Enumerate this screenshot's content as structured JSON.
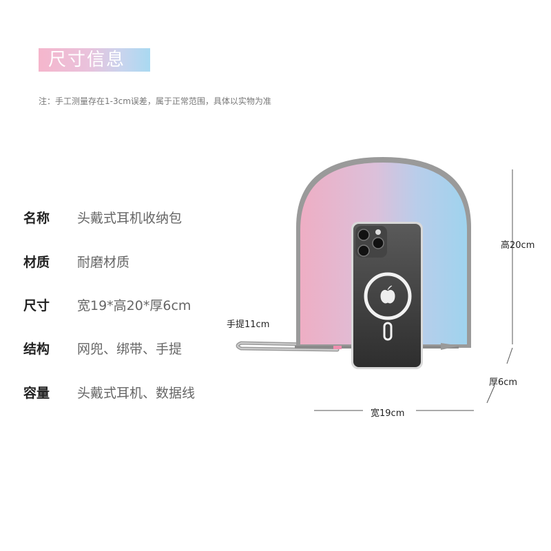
{
  "header": {
    "title": "尺寸信息",
    "note": "注：手工测量存在1-3cm误差，属于正常范围，具体以实物为准"
  },
  "specs": [
    {
      "key": "名称",
      "value": "头戴式耳机收纳包"
    },
    {
      "key": "材质",
      "value": "耐磨材质"
    },
    {
      "key": "尺寸",
      "value": "宽19*高20*厚6cm"
    },
    {
      "key": "结构",
      "value": "网兜、绑带、手提"
    },
    {
      "key": "容量",
      "value": "头戴式耳机、数据线"
    }
  ],
  "dimensions": {
    "height": "高20cm",
    "handle": "手提11cm",
    "thickness": "厚6cm",
    "width": "宽19cm"
  },
  "colors": {
    "title_gradient_start": "#f5b6cc",
    "title_gradient_end": "#a9d9f1",
    "case_pink": "#eeaec4",
    "case_blue": "#9fd3ee",
    "case_border": "#9a9a9a"
  },
  "icons": {
    "product_image": "headphone-case-with-phone",
    "phone_logo": "apple-logo-icon"
  }
}
